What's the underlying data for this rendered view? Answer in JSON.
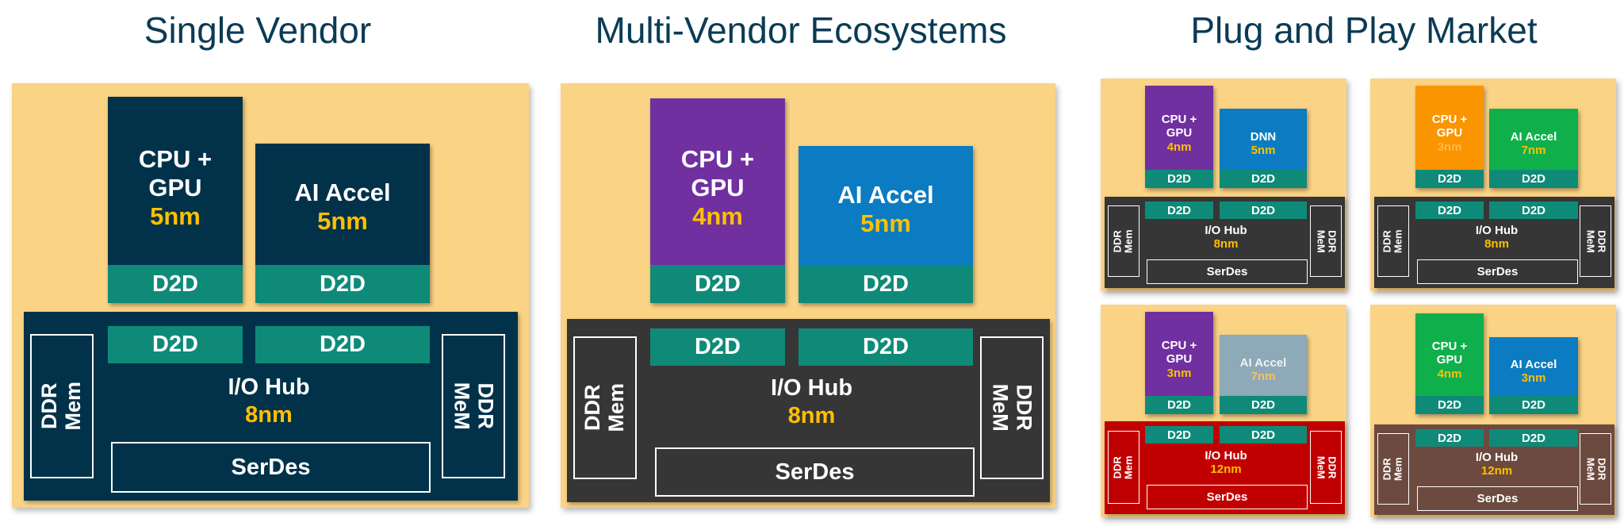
{
  "titles": {
    "single": "Single Vendor",
    "multi": "Multi-Vendor Ecosystems",
    "plug": "Plug and Play Market"
  },
  "colors": {
    "panel": "#fbd385",
    "navy": "#01324a",
    "dark_gray": "#363636",
    "d2d_teal": "#0f8a78",
    "node_yellow": "#fec000",
    "purple": "#7030a0",
    "blue": "#0b7cc1",
    "orange": "#fa9500",
    "green": "#0fb04c",
    "gray_blue": "#8ea9b8",
    "red": "#c00000",
    "brown": "#6d4a3f"
  },
  "single_vendor": {
    "cpu": {
      "label": "CPU +\nGPU",
      "node": "5nm",
      "d2d": "D2D"
    },
    "accel": {
      "label": "AI Accel",
      "node": "5nm",
      "d2d": "D2D"
    },
    "hub": {
      "d2d_left": "D2D",
      "d2d_right": "D2D",
      "label": "I/O Hub",
      "node": "8nm",
      "mem_left": "DDR\nMem",
      "mem_right": "DDR\nMeM",
      "serdes": "SerDes"
    }
  },
  "multi_vendor": {
    "cpu": {
      "label": "CPU +\nGPU",
      "node": "4nm",
      "d2d": "D2D"
    },
    "accel": {
      "label": "AI Accel",
      "node": "5nm",
      "d2d": "D2D"
    },
    "hub": {
      "d2d_left": "D2D",
      "d2d_right": "D2D",
      "label": "I/O Hub",
      "node": "8nm",
      "mem_left": "DDR\nMem",
      "mem_right": "DDR\nMeM",
      "serdes": "SerDes"
    }
  },
  "plug_and_play": {
    "p1": {
      "cpu": {
        "label": "CPU +\nGPU",
        "node": "4nm",
        "d2d": "D2D"
      },
      "accel": {
        "label": "DNN",
        "node": "5nm",
        "d2d": "D2D"
      },
      "hub": {
        "d2d_left": "D2D",
        "d2d_right": "D2D",
        "label": "I/O Hub",
        "node": "8nm",
        "mem_left": "DDR\nMem",
        "mem_right": "DDR\nMeM",
        "serdes": "SerDes"
      }
    },
    "p2": {
      "cpu": {
        "label": "CPU +\nGPU",
        "node": "3nm",
        "d2d": "D2D"
      },
      "accel": {
        "label": "AI Accel",
        "node": "7nm",
        "d2d": "D2D"
      },
      "hub": {
        "d2d_left": "D2D",
        "d2d_right": "D2D",
        "label": "I/O Hub",
        "node": "8nm",
        "mem_left": "DDR\nMem",
        "mem_right": "DDR\nMeM",
        "serdes": "SerDes"
      }
    },
    "p3": {
      "cpu": {
        "label": "CPU +\nGPU",
        "node": "3nm",
        "d2d": "D2D"
      },
      "accel": {
        "label": "AI Accel",
        "node": "7nm",
        "d2d": "D2D"
      },
      "hub": {
        "d2d_left": "D2D",
        "d2d_right": "D2D",
        "label": "I/O Hub",
        "node": "12nm",
        "mem_left": "DDR\nMem",
        "mem_right": "DDR\nMeM",
        "serdes": "SerDes"
      }
    },
    "p4": {
      "cpu": {
        "label": "CPU +\nGPU",
        "node": "4nm",
        "d2d": "D2D"
      },
      "accel": {
        "label": "AI Accel",
        "node": "3nm",
        "d2d": "D2D"
      },
      "hub": {
        "d2d_left": "D2D",
        "d2d_right": "D2D",
        "label": "I/O Hub",
        "node": "12nm",
        "mem_left": "DDR\nMem",
        "mem_right": "DDR\nMeM",
        "serdes": "SerDes"
      }
    }
  }
}
